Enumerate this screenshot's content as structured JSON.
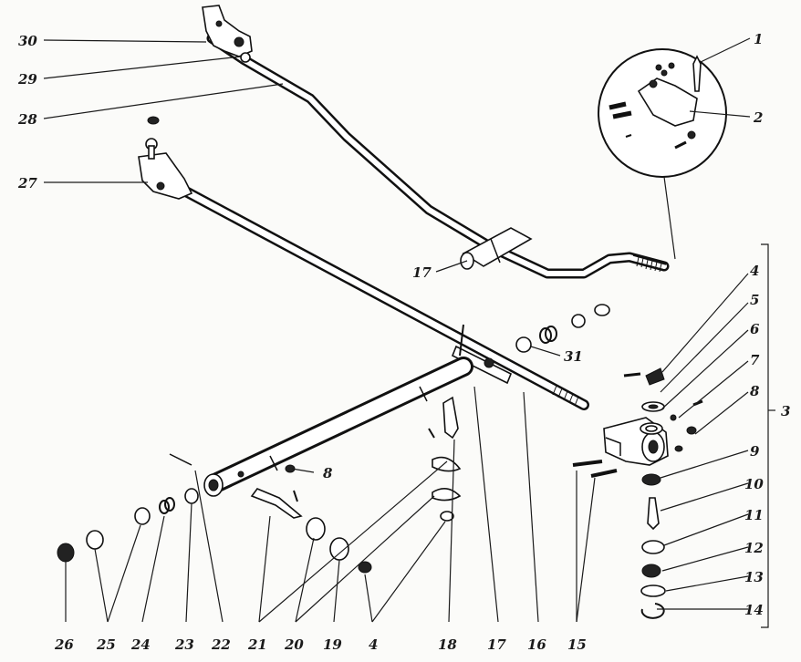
{
  "callouts": [
    "1",
    "2",
    "3",
    "4",
    "5",
    "6",
    "7",
    "8",
    "9",
    "10",
    "11",
    "12",
    "13",
    "14",
    "15",
    "16",
    "17",
    "18",
    "19",
    "20",
    "21",
    "22",
    "23",
    "24",
    "25",
    "26",
    "27",
    "28",
    "29",
    "30",
    "31"
  ],
  "labels": {
    "l30": "30",
    "l29": "29",
    "l28": "28",
    "l27": "27",
    "l17a": "17",
    "l31": "31",
    "l8a": "8",
    "l1": "1",
    "l2": "2",
    "l3": "3",
    "l4a": "4",
    "l5": "5",
    "l6": "6",
    "l7": "7",
    "l8b": "8",
    "l9": "9",
    "l10": "10",
    "l11": "11",
    "l12": "12",
    "l13": "13",
    "l14": "14",
    "b26": "26",
    "b25": "25",
    "b24": "24",
    "b23": "23",
    "b22": "22",
    "b21": "21",
    "b20": "20",
    "b19": "19",
    "b4": "4",
    "b18": "18",
    "b17": "17",
    "b16": "16",
    "b15": "15"
  },
  "colors": {
    "ink": "#1a1a1a",
    "paper": "#fbfbf9"
  }
}
